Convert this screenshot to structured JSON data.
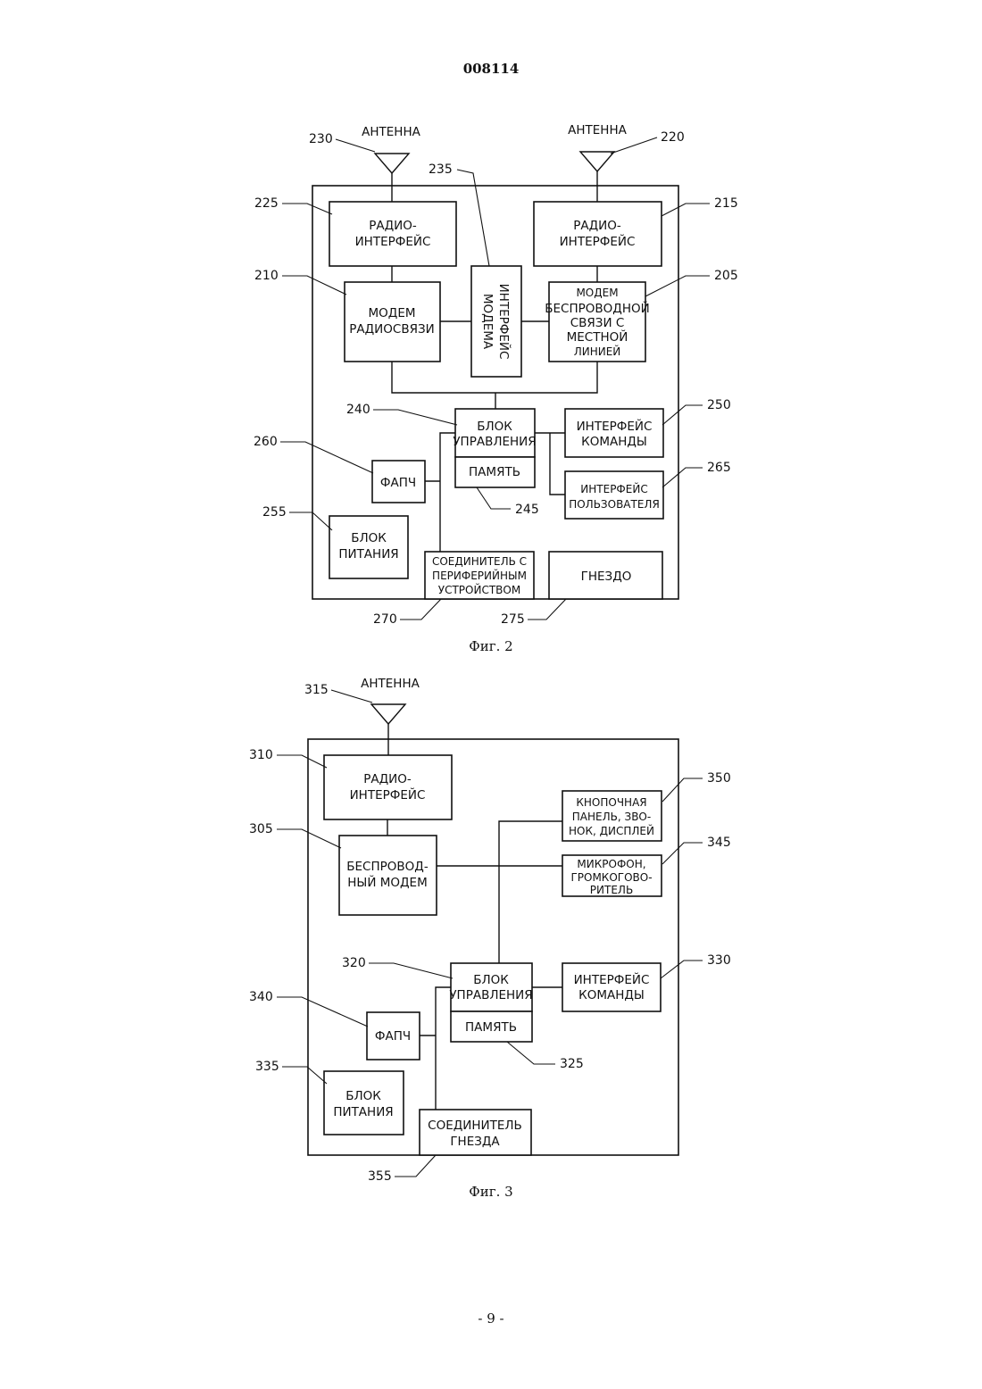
{
  "page": {
    "doc_number": "008114",
    "page_number": "- 9 -"
  },
  "fig2": {
    "caption": "Фиг. 2",
    "antenna_left": {
      "label": "АНТЕННА",
      "ref": "230"
    },
    "antenna_right": {
      "label": "АНТЕННА",
      "ref": "220"
    },
    "ref_235": "235",
    "radio_left": {
      "lines": [
        "РАДИО-",
        "ИНТЕРФЕЙС"
      ],
      "ref": "225"
    },
    "radio_right": {
      "lines": [
        "РАДИО-",
        "ИНТЕРФЕЙС"
      ],
      "ref": "215"
    },
    "modem_radio": {
      "lines": [
        "МОДЕМ",
        "РАДИОСВЯЗИ"
      ],
      "ref": "210"
    },
    "modem_interface": {
      "lines": [
        "ИНТЕРФЕЙС",
        "МОДЕМА"
      ]
    },
    "modem_wireless": {
      "lines": [
        "МОДЕМ",
        "БЕСПРОВОДНОЙ",
        "СВЯЗИ С",
        "МЕСТНОЙ",
        "ЛИНИЕЙ"
      ],
      "ref": "205"
    },
    "control": {
      "lines": [
        "БЛОК",
        "УПРАВЛЕНИЯ"
      ],
      "ref": "240"
    },
    "memory": {
      "label": "ПАМЯТЬ",
      "ref": "245"
    },
    "command_interface": {
      "lines": [
        "ИНТЕРФЕЙС",
        "КОМАНДЫ"
      ],
      "ref": "250"
    },
    "user_interface": {
      "lines": [
        "ИНТЕРФЕЙС",
        "ПОЛЬЗОВАТЕЛЯ"
      ],
      "ref": "265"
    },
    "pll": {
      "label": "ФАПЧ",
      "ref": "260"
    },
    "power": {
      "lines": [
        "БЛОК",
        "ПИТАНИЯ"
      ],
      "ref": "255"
    },
    "peripheral": {
      "lines": [
        "СОЕДИНИТЕЛЬ С",
        "ПЕРИФЕРИЙНЫМ",
        "УСТРОЙСТВОМ"
      ],
      "ref": "270"
    },
    "socket": {
      "label": "ГНЕЗДО",
      "ref": "275"
    }
  },
  "fig3": {
    "caption": "Фиг. 3",
    "antenna": {
      "label": "АНТЕННА",
      "ref": "315"
    },
    "radio": {
      "lines": [
        "РАДИО-",
        "ИНТЕРФЕЙС"
      ],
      "ref": "310"
    },
    "modem": {
      "lines": [
        "БЕСПРОВОД-",
        "НЫЙ МОДЕМ"
      ],
      "ref": "305"
    },
    "keypad": {
      "lines": [
        "КНОПОЧНАЯ",
        "ПАНЕЛЬ, ЗВО-",
        "НОК, ДИСПЛЕЙ"
      ],
      "ref": "350"
    },
    "mic": {
      "lines": [
        "МИКРОФОН,",
        "ГРОМКОГОВО-",
        "РИТЕЛЬ"
      ],
      "ref": "345"
    },
    "control": {
      "lines": [
        "БЛОК",
        "УПРАВЛЕНИЯ"
      ],
      "ref": "320"
    },
    "memory": {
      "label": "ПАМЯТЬ",
      "ref": "325"
    },
    "command_interface": {
      "lines": [
        "ИНТЕРФЕЙС",
        "КОМАНДЫ"
      ],
      "ref": "330"
    },
    "pll": {
      "label": "ФАПЧ",
      "ref": "340"
    },
    "power": {
      "lines": [
        "БЛОК",
        "ПИТАНИЯ"
      ],
      "ref": "335"
    },
    "socket_connector": {
      "lines": [
        "СОЕДИНИТЕЛЬ",
        "ГНЕЗДА"
      ],
      "ref": "355"
    }
  }
}
